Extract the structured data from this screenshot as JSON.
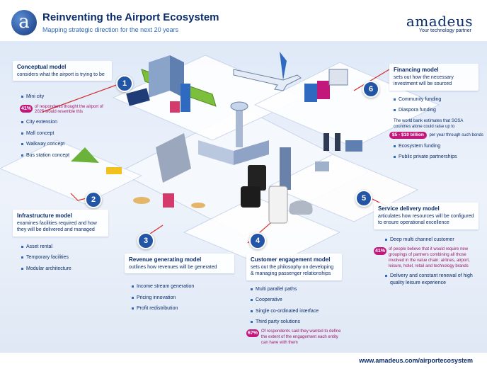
{
  "header": {
    "title": "Reinventing the Airport Ecosystem",
    "subtitle": "Mapping strategic direction for the next 20 years",
    "brand": "amadeus",
    "tagline": "Your technology partner"
  },
  "sections": {
    "conceptual": {
      "number": "1",
      "title": "Conceptual model",
      "desc": "considers what the airport is trying to be",
      "items": [
        "Mini city",
        "City extension",
        "Mall concept",
        "Walkway concept",
        "Bus station concept"
      ],
      "stat_value": "41%",
      "stat_text": "of respondents thought the airport of 2025 would resemble this"
    },
    "infrastructure": {
      "number": "2",
      "title": "Infrastructure model",
      "desc": "examines facilities required and how they will be delivered and managed",
      "items": [
        "Asset rental",
        "Temporary facilities",
        "Modular architecture"
      ]
    },
    "revenue": {
      "number": "3",
      "title": "Revenue generating model",
      "desc": "outlines how revenues will be generated",
      "items": [
        "Income stream generation",
        "Pricing innovation",
        "Profit redistribution"
      ]
    },
    "customer": {
      "number": "4",
      "title": "Customer engagement model",
      "desc": "sets out the philosophy on developing & managing passenger relationships",
      "items": [
        "Multi parallel paths",
        "Cooperative",
        "Single co-ordinated interface",
        "Third party solutions"
      ],
      "stat_value": "67%",
      "stat_text": "Of respondents said they wanted to define the extent of the engagement each entity can have with them"
    },
    "service": {
      "number": "5",
      "title": "Service delivery model",
      "desc": "articulates how resources will be configured to ensure operational excellence",
      "items": [
        "Deep multi channel customer",
        "Delivery and constant renewal of high quality leisure experience"
      ],
      "stat_value": "41%",
      "stat_text": "of people believe that it would require new groupings of partners combining all those involved in the value chain: airlines, airport, leisure, hotel, retail and technology brands"
    },
    "financing": {
      "number": "6",
      "title": "Financing model",
      "desc": "sets out how the necessary investment will be sourced",
      "items_top": [
        "Community funding",
        "Diaspora funding"
      ],
      "note": "The world bank estimates that SOSA countries alone could raise up to",
      "money": "$5 - $10 billion",
      "money_suffix": "per year through such bonds",
      "items_bottom": [
        "Ecosystem funding",
        "Public private partnerships"
      ]
    }
  },
  "footer": {
    "url": "www.amadeus.com/airportecosystem"
  },
  "colors": {
    "navy": "#0b2d6b",
    "blue": "#2355a6",
    "magenta": "#c2187c"
  }
}
